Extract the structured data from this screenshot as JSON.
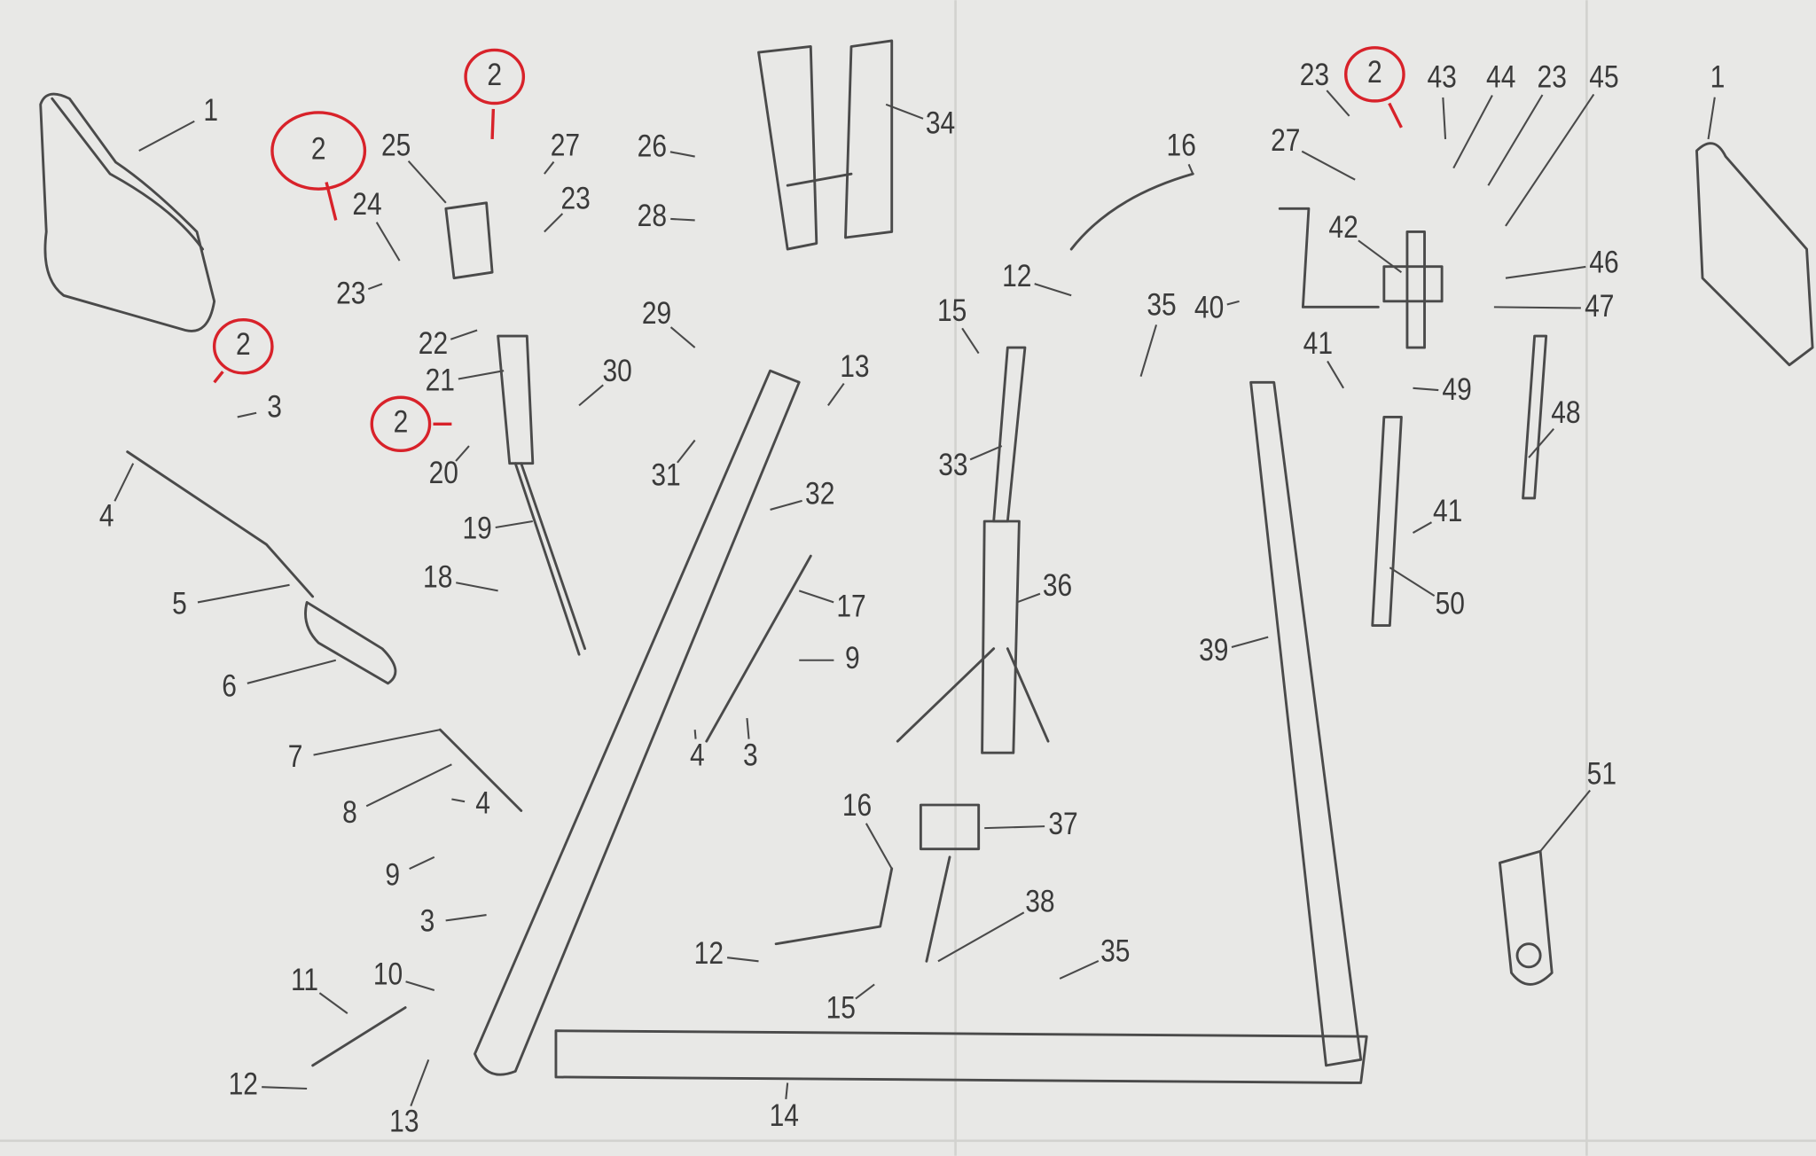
{
  "diagram": {
    "type": "exploded-parts-diagram",
    "highlight_color": "#d8222a",
    "highlighted_part": "2",
    "callouts": [
      "1",
      "2",
      "25",
      "2",
      "27",
      "23",
      "24",
      "23",
      "22",
      "21",
      "30",
      "2",
      "3",
      "2",
      "20",
      "19",
      "18",
      "4",
      "5",
      "6",
      "7",
      "8",
      "4",
      "9",
      "3",
      "10",
      "11",
      "12",
      "13",
      "14",
      "34",
      "26",
      "28",
      "29",
      "13",
      "31",
      "32",
      "17",
      "9",
      "4",
      "3",
      "16",
      "12",
      "15",
      "38",
      "35",
      "37",
      "36",
      "33",
      "15",
      "12",
      "35",
      "16",
      "40",
      "41",
      "42",
      "23",
      "2",
      "43",
      "44",
      "23",
      "45",
      "27",
      "46",
      "47",
      "49",
      "48",
      "41",
      "50",
      "39",
      "1",
      "51"
    ]
  }
}
